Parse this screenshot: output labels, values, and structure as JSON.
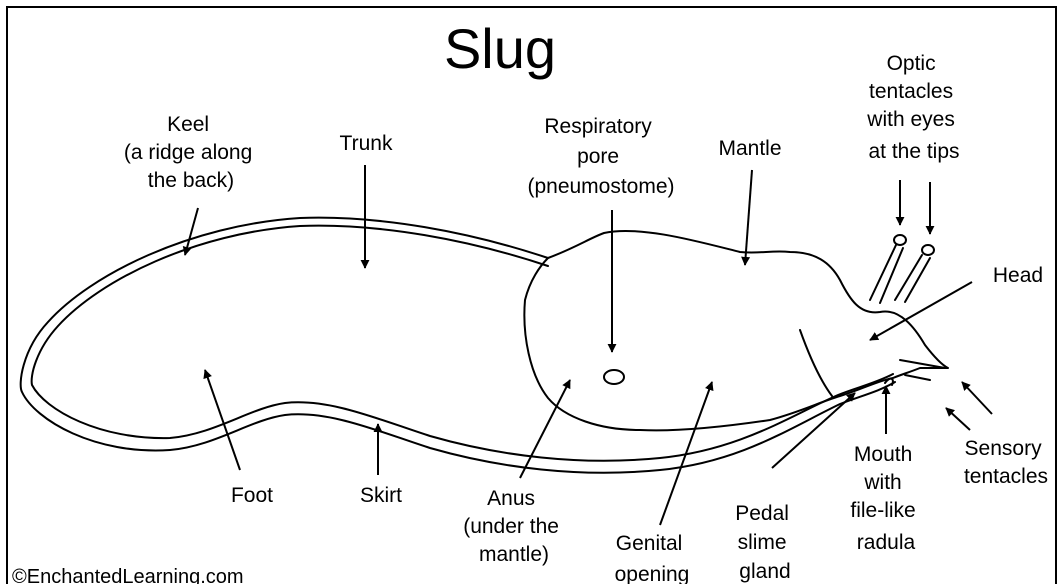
{
  "title": "Slug",
  "copyright": "©EnchantedLearning.com",
  "labels": {
    "keel": [
      "Keel",
      "(a ridge along",
      "the back)"
    ],
    "trunk": [
      "Trunk"
    ],
    "respiratory_pore": [
      "Respiratory",
      "pore",
      "(pneumostome)"
    ],
    "mantle": [
      "Mantle"
    ],
    "optic_tentacles": [
      "Optic",
      "tentacles",
      "with eyes",
      "at the tips"
    ],
    "head": [
      "Head"
    ],
    "foot": [
      "Foot"
    ],
    "skirt": [
      "Skirt"
    ],
    "anus": [
      "Anus",
      "(under the",
      "mantle)"
    ],
    "genital_opening": [
      "Genital",
      "opening"
    ],
    "pedal_slime_gland": [
      "Pedal",
      "slime",
      "gland"
    ],
    "mouth": [
      "Mouth",
      "with",
      "file-like",
      "radula"
    ],
    "sensory_tentacles": [
      "Sensory",
      "tentacles"
    ]
  },
  "colors": {
    "ink": "#000000",
    "background": "#ffffff"
  }
}
